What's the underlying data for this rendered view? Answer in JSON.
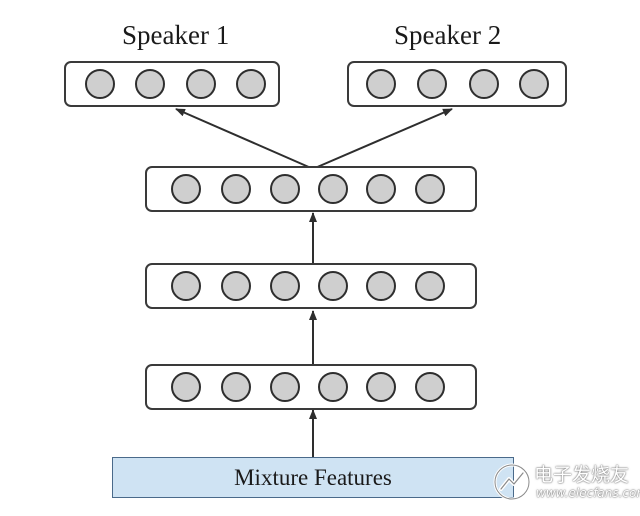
{
  "diagram": {
    "outputs": [
      {
        "label": "Speaker 1",
        "node_count": 4
      },
      {
        "label": "Speaker 2",
        "node_count": 4
      }
    ],
    "hidden_layers": [
      {
        "node_count": 6
      },
      {
        "node_count": 6
      },
      {
        "node_count": 6
      }
    ],
    "input": {
      "label": "Mixture Features"
    }
  },
  "watermark": {
    "name": "电子发烧友",
    "url": "www.elecfans.com"
  },
  "colors": {
    "node_fill": "#cfcfcf",
    "input_fill": "#cfe3f3",
    "stroke": "#2e2e2e"
  }
}
